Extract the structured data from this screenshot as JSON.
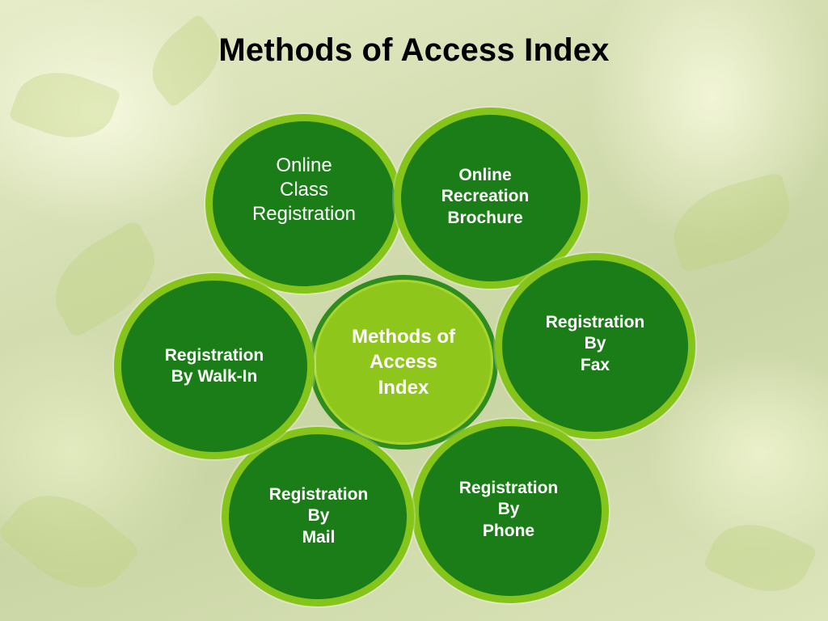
{
  "title": "Methods of Access Index",
  "center": {
    "label": "Methods of\nAccess\nIndex"
  },
  "items": [
    {
      "label": "Online\nClass\nRegistration"
    },
    {
      "label": "Online\nRecreation\nBrochure"
    },
    {
      "label": "Registration\nBy\nFax"
    },
    {
      "label": "Registration\nBy\nPhone"
    },
    {
      "label": "Registration\nBy\nMail"
    },
    {
      "label": "Registration\nBy Walk-In"
    }
  ],
  "colors": {
    "circle_fill": "#1b7d17",
    "circle_ring": "#85c51a",
    "center_fill": "#8fc61b",
    "center_ring": "#2f8d1f"
  }
}
